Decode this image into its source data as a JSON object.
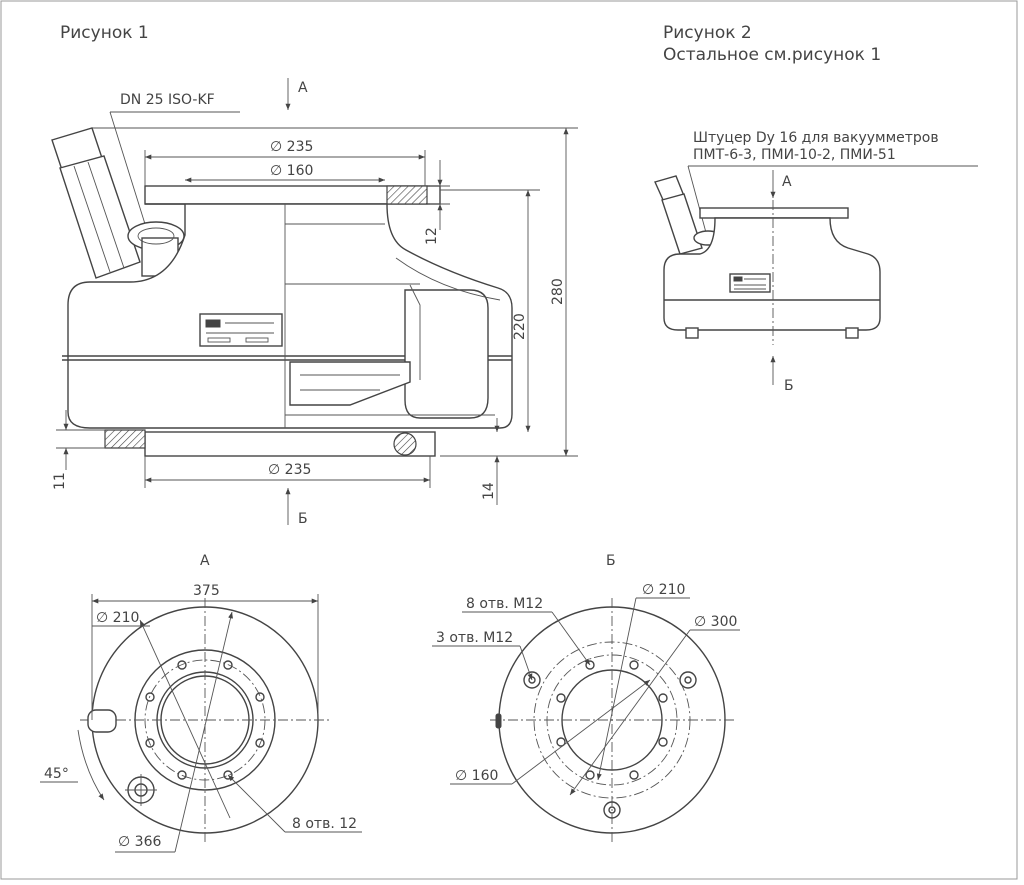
{
  "figure1": {
    "title": "Рисунок 1",
    "flange_label": "DN 25 ISO-KF",
    "view_a": "А",
    "view_b": "Б",
    "dim_d235_top": "235",
    "dim_d160": "160",
    "dim_12": "12",
    "dim_220": "220",
    "dim_280": "280",
    "dim_d235_bottom": "235",
    "dim_11": "11",
    "dim_14": "14",
    "diameter_symbol": "∅"
  },
  "figure2": {
    "title": "Рисунок 2",
    "subtitle": "Остальное см.рисунок 1",
    "port_label_line1": "Штуцер Dy 16 для вакуумметров",
    "port_label_line2": "ПМТ-6-3, ПМИ-10-2, ПМИ-51",
    "view_a": "А",
    "view_b": "Б"
  },
  "view_a": {
    "title": "А",
    "dim_375": "375",
    "dim_d210": "210",
    "angle": "45°",
    "dim_d366": "366",
    "holes": "8 отв. 12"
  },
  "view_b": {
    "title": "Б",
    "holes_8": "8 отв. М12",
    "holes_3": "3 отв. М12",
    "dim_d210": "210",
    "dim_d300": "300",
    "dim_d160": "160"
  }
}
